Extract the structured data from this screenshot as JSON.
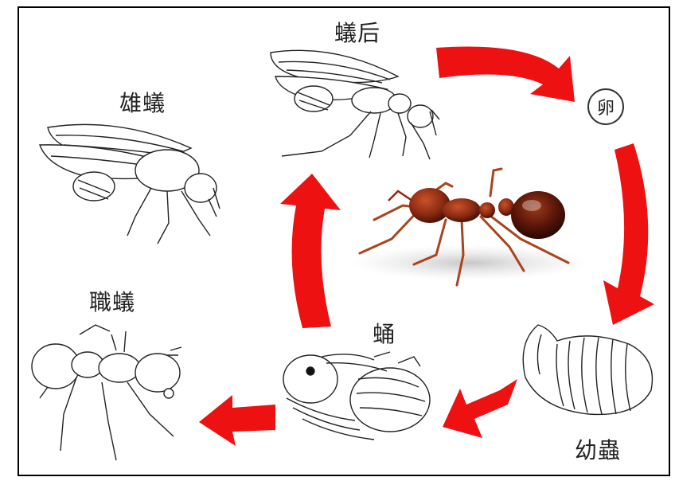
{
  "stages": {
    "queen": "蟻后",
    "egg": "卵",
    "larva": "幼蟲",
    "pupa": "蛹",
    "worker": "職蟻",
    "male": "雄蟻"
  },
  "colors": {
    "arrow": "#ee1111",
    "line": "#222222",
    "ant_body": "#8a2a12",
    "ant_head": "#6b1e0c"
  },
  "icons": {
    "queen": "winged-queen-ant-drawing",
    "male": "winged-male-ant-drawing",
    "worker": "worker-ant-drawing",
    "pupa": "pupa-drawing",
    "larva": "larva-drawing",
    "center": "red-ant-photo"
  }
}
